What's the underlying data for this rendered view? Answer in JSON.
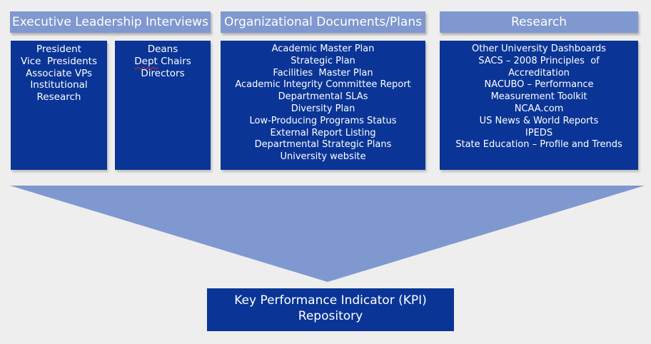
{
  "headers": {
    "executive": "Executive Leadership Interviews",
    "organizational": "Organizational Documents/Plans",
    "research": "Research"
  },
  "executive_left": [
    "President",
    "Vice  Presidents",
    "Associate VPs",
    "Institutional",
    "Research"
  ],
  "executive_right": {
    "deans": "Deans",
    "dept": "Dept",
    "chairs": " Chairs",
    "directors": "Directors"
  },
  "organizational_items": [
    "Academic Master Plan",
    "Strategic Plan",
    "Facilities  Master Plan",
    "Academic Integrity Committee Report",
    "Departmental SLAs",
    "Diversity Plan",
    "Low-Producing Programs Status",
    "External Report Listing",
    "Departmental Strategic Plans",
    "University website"
  ],
  "research_items": [
    "Other University Dashboards",
    "SACS – 2008 Principles  of",
    "Accreditation",
    "NACUBO – Performance",
    "Measurement Toolkit",
    "NCAA.com",
    "US News & World Reports",
    "IPEDS",
    "State Education – Profile and Trends"
  ],
  "kpi": {
    "line1": "Key Performance Indicator (KPI)",
    "line2": "Repository"
  },
  "colors": {
    "header": "#7f98cf",
    "box": "#0a3596",
    "funnel": "#7f98cf",
    "background": "#efeeee"
  }
}
